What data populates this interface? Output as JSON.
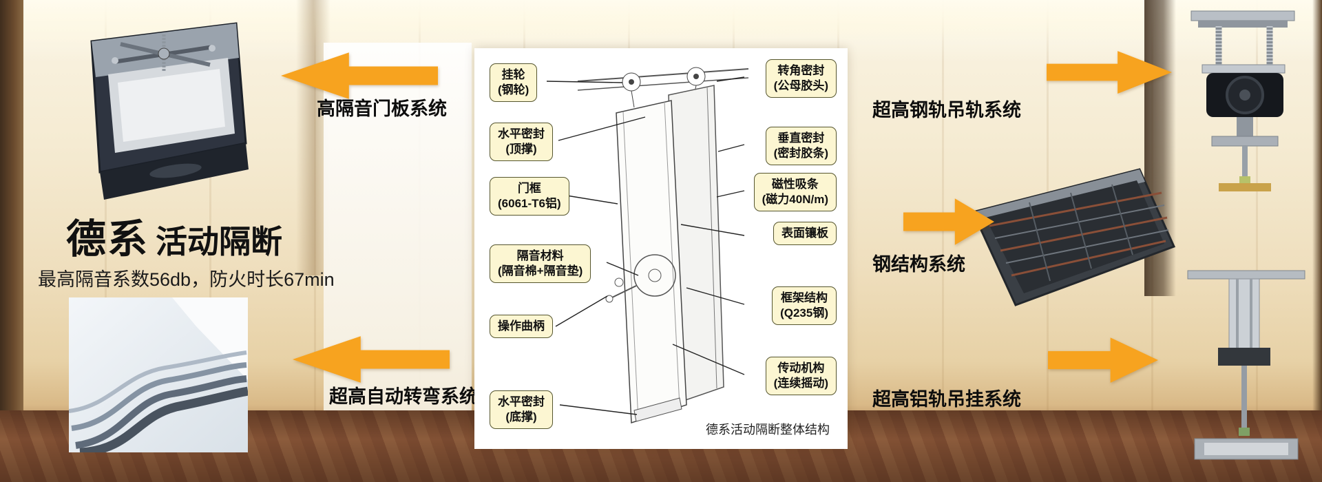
{
  "page": {
    "brand": "德系",
    "brand_suffix": "活动隔断",
    "subtitle": "最高隔音系数56db，防火时长67min"
  },
  "systems": {
    "left": [
      {
        "label": "高隔音门板系统"
      },
      {
        "label": "超高自动转弯系统"
      }
    ],
    "right": [
      {
        "label": "超高钢轨吊轨系统"
      },
      {
        "label": "钢结构系统"
      },
      {
        "label": "超高铝轨吊挂系统"
      }
    ]
  },
  "diagram": {
    "caption": "德系活动隔断整体结构",
    "callouts_left": [
      {
        "line1": "挂轮",
        "line2": "(钢轮)"
      },
      {
        "line1": "水平密封",
        "line2": "(顶撑)"
      },
      {
        "line1": "门框",
        "line2": "(6061-T6铝)"
      },
      {
        "line1": "隔音材料",
        "line2": "(隔音棉+隔音垫)"
      },
      {
        "line1": "操作曲柄",
        "line2": ""
      },
      {
        "line1": "水平密封",
        "line2": "(底撑)"
      }
    ],
    "callouts_right": [
      {
        "line1": "转角密封",
        "line2": "(公母胶头)"
      },
      {
        "line1": "垂直密封",
        "line2": "(密封胶条)"
      },
      {
        "line1": "磁性吸条",
        "line2": "(磁力40N/m)"
      },
      {
        "line1": "表面镶板",
        "line2": ""
      },
      {
        "line1": "框架结构",
        "line2": "(Q235钢)"
      },
      {
        "line1": "传动机构",
        "line2": "(连续摇动)"
      }
    ]
  },
  "colors": {
    "arrow": "#F7A31F",
    "callout_bg": "#FCF6D2",
    "callout_border": "#55552E",
    "text": "#111111"
  }
}
